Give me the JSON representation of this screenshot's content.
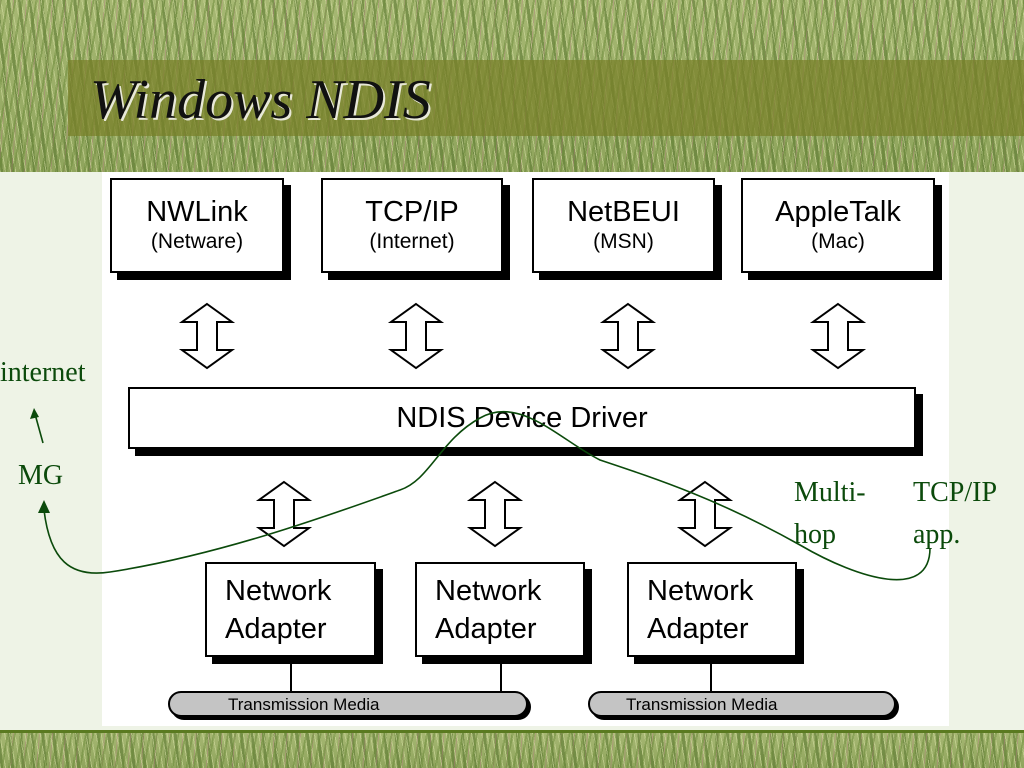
{
  "slide": {
    "title": "Windows NDIS"
  },
  "diagram": {
    "protocols": [
      {
        "name": "NWLink",
        "sub": "(Netware)"
      },
      {
        "name": "TCP/IP",
        "sub": "(Internet)"
      },
      {
        "name": "NetBEUI",
        "sub": "(MSN)"
      },
      {
        "name": "AppleTalk",
        "sub": "(Mac)"
      }
    ],
    "driver": "NDIS Device Driver",
    "adapters": [
      {
        "line1": "Network",
        "line2": "Adapter"
      },
      {
        "line1": "Network",
        "line2": "Adapter"
      },
      {
        "line1": "Network",
        "line2": "Adapter"
      }
    ],
    "media": [
      "Transmission Media",
      "Transmission Media"
    ]
  },
  "annotations": {
    "internet": "internet",
    "mg": "MG",
    "multihop_1": "Multi-",
    "multihop_2": "hop",
    "tcpip_1": "TCP/IP",
    "tcpip_2": "app."
  },
  "colors": {
    "annotation": "#0b4a0b",
    "title_band": "#787828",
    "background": "#eef3e6"
  }
}
